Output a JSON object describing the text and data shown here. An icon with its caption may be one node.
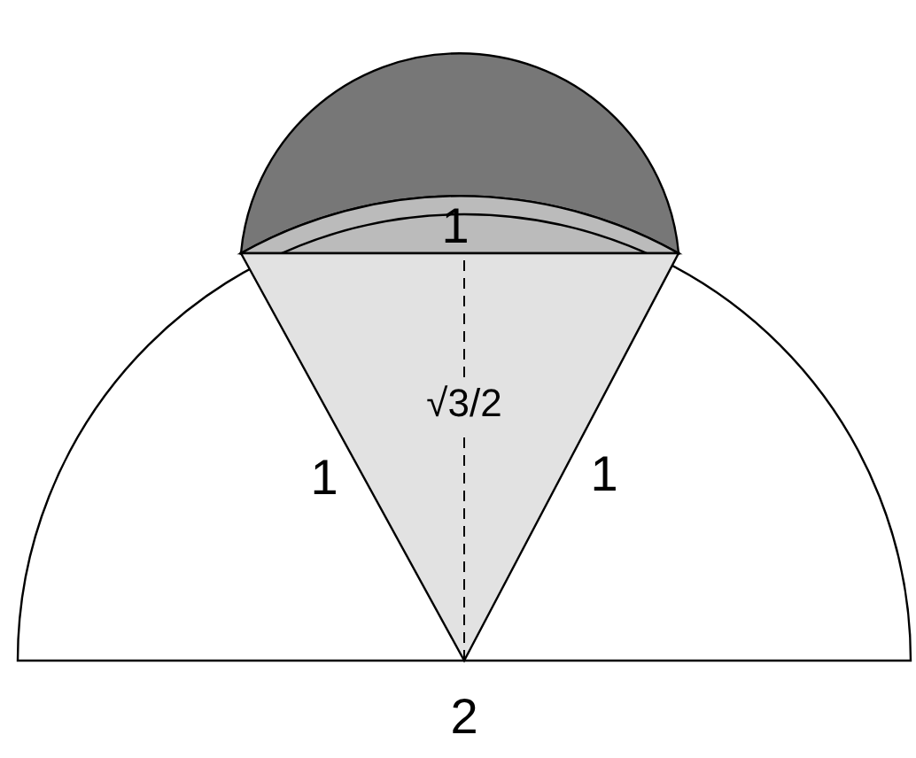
{
  "diagram": {
    "labels": [
      "1",
      "√3/2",
      "1",
      "1",
      "2"
    ]
  }
}
